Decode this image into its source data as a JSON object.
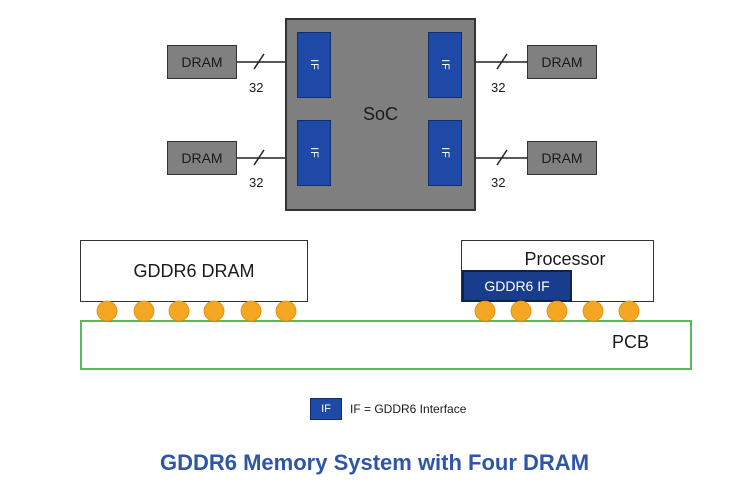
{
  "soc": {
    "label": "SoC",
    "interface_label": "IF"
  },
  "dram_modules": [
    {
      "label": "DRAM",
      "bus_width": "32"
    },
    {
      "label": "DRAM",
      "bus_width": "32"
    },
    {
      "label": "DRAM",
      "bus_width": "32"
    },
    {
      "label": "DRAM",
      "bus_width": "32"
    }
  ],
  "package": {
    "dram_label": "GDDR6 DRAM",
    "processor_label": "Processor",
    "interface_label": "GDDR6 IF",
    "pcb_label": "PCB"
  },
  "legend": {
    "symbol_label": "IF",
    "text": "IF = GDDR6 Interface"
  },
  "title": "GDDR6 Memory System with Four DRAM",
  "colors": {
    "interface_blue": "#1f49a6",
    "ball_orange": "#f5a623",
    "trace_orange": "#f5a623",
    "pcb_green": "#5cb85c",
    "title_blue": "#2f56a6"
  }
}
